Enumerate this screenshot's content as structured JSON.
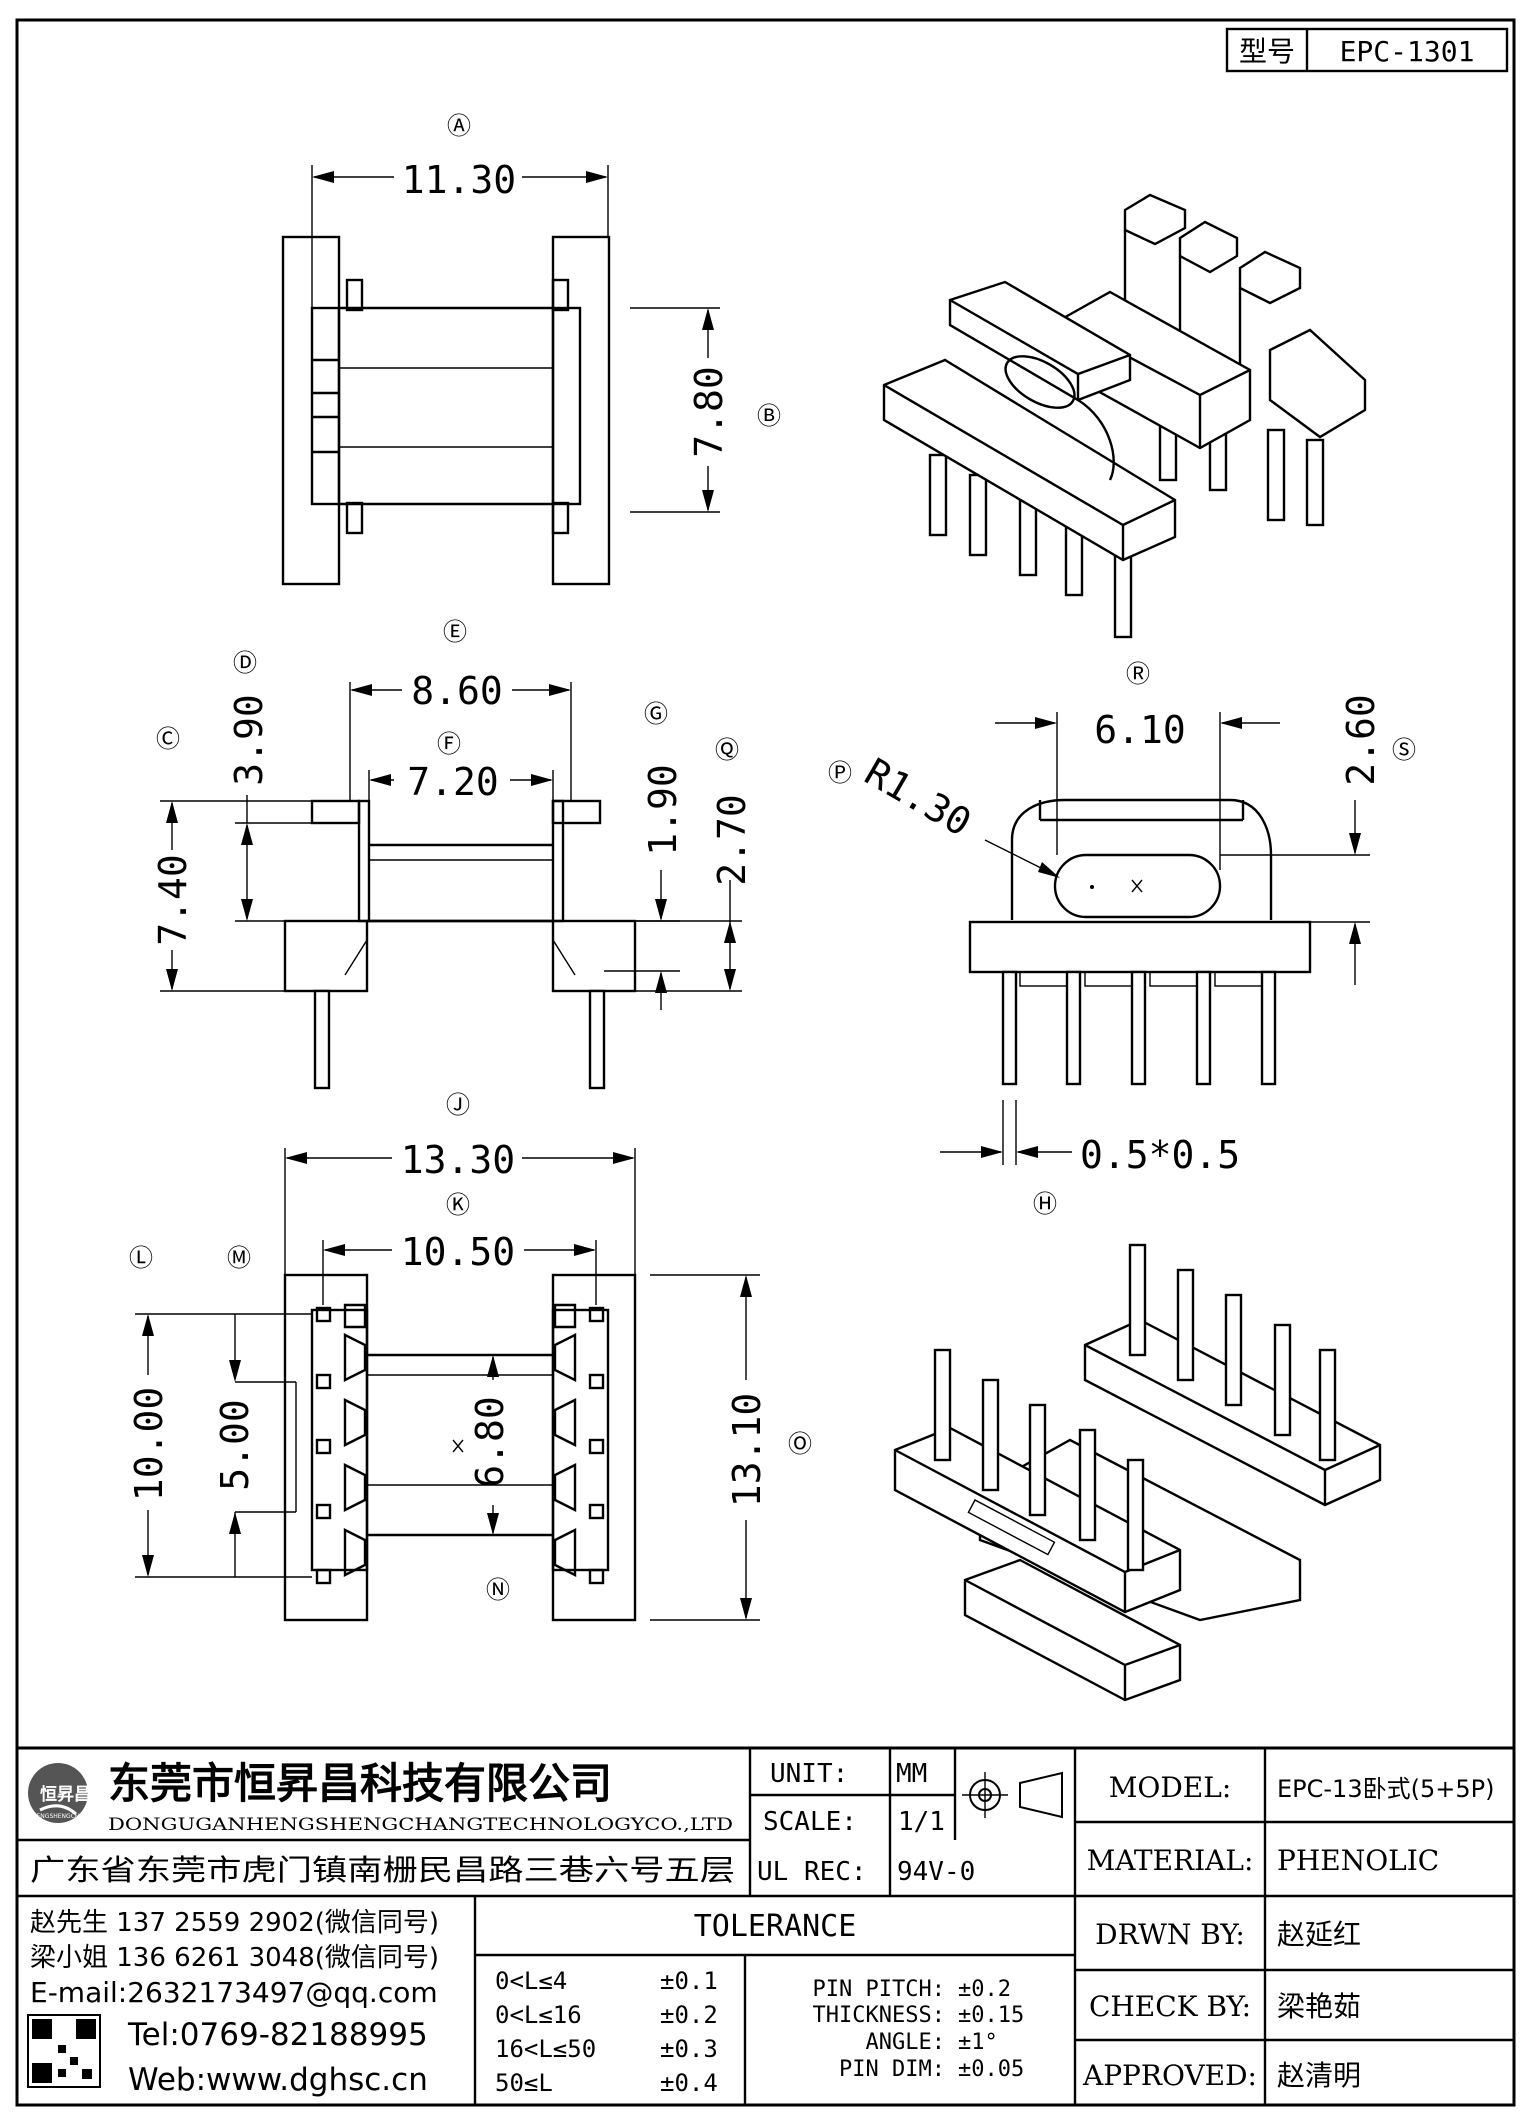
{
  "header": {
    "type_label": "型号",
    "model_code": "EPC-1301"
  },
  "dimensions": {
    "A": "11.30",
    "B": "7.80",
    "E": "8.60",
    "F": "7.20",
    "D": "3.90",
    "C": "7.40",
    "G": "1.90",
    "Q": "2.70",
    "R": "6.10",
    "S": "2.60",
    "P": "R1.30",
    "H": "0.5*0.5",
    "J": "13.30",
    "K": "10.50",
    "L": "10.00",
    "M": "5.00",
    "N": "6.80",
    "O": "13.10"
  },
  "markers": {
    "A": "Ⓐ",
    "B": "Ⓑ",
    "C": "Ⓒ",
    "D": "Ⓓ",
    "E": "Ⓔ",
    "F": "Ⓕ",
    "G": "Ⓖ",
    "H": "Ⓗ",
    "J": "Ⓙ",
    "K": "Ⓚ",
    "L": "Ⓛ",
    "M": "Ⓜ",
    "N": "Ⓝ",
    "O": "Ⓞ",
    "P": "Ⓟ",
    "Q": "Ⓠ",
    "R": "Ⓡ",
    "S": "Ⓢ"
  },
  "title_block": {
    "company_cn": "东莞市恒昇昌科技有限公司",
    "company_en": "DONGUGANHENGSHENGCHANGTECHNOLOGYCO.,LTD",
    "address": "广东省东莞市虎门镇南栅民昌路三巷六号五层",
    "logo_text": "恒昇昌",
    "logo_sub": "HENGSHENGCHANG",
    "unit_label": "UNIT:",
    "unit_value": "MM",
    "scale_label": "SCALE:",
    "scale_value": "1/1",
    "ulrec_label": "UL REC:",
    "ulrec_value": "94V-0",
    "contact1": "赵先生 137 2559 2902(微信同号)",
    "contact2": "梁小姐 136 6261 3048(微信同号)",
    "email": "E-mail:2632173497@qq.com",
    "tel": "Tel:0769-82188995",
    "web": "Web:www.dghsc.cn",
    "tolerance_title": "TOLERANCE",
    "tolerance_rows": [
      {
        "range": "0<L≤4",
        "value": "±0.1"
      },
      {
        "range": "0<L≤16",
        "value": "±0.2"
      },
      {
        "range": "16<L≤50",
        "value": "±0.3"
      },
      {
        "range": "50≤L",
        "value": "±0.4"
      }
    ],
    "tolerance_extra": [
      {
        "name": "PIN PITCH:",
        "value": "±0.2"
      },
      {
        "name": "THICKNESS:",
        "value": "±0.15"
      },
      {
        "name": "ANGLE:",
        "value": "±1°"
      },
      {
        "name": "PIN DIM:",
        "value": "±0.05"
      }
    ],
    "model_label": "MODEL:",
    "model_value": "EPC-13卧式(5+5P)",
    "material_label": "MATERIAL:",
    "material_value": "PHENOLIC",
    "drawn_label": "DRWN BY:",
    "drawn_value": "赵延红",
    "check_label": "CHECK BY:",
    "check_value": "梁艳茹",
    "approved_label": "APPROVED:",
    "approved_value": "赵清明"
  }
}
